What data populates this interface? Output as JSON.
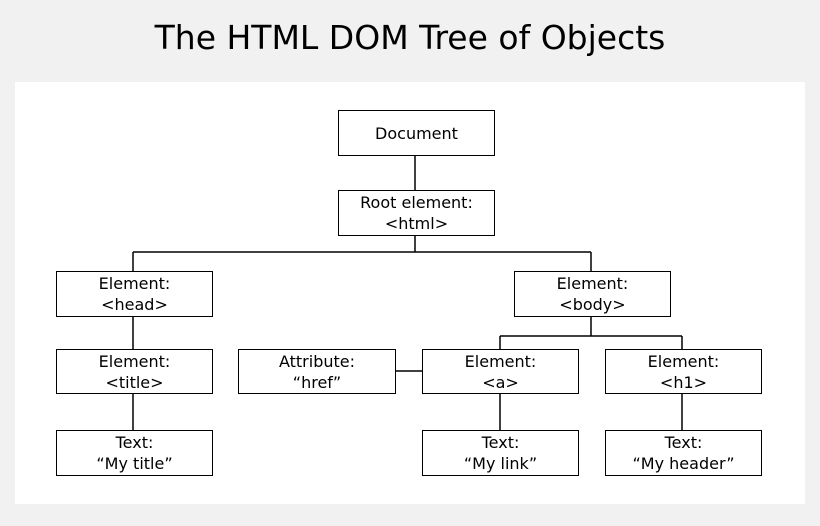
{
  "title": "The HTML DOM Tree of Objects",
  "nodes": {
    "document": {
      "line1": "Document"
    },
    "root": {
      "line1": "Root element:",
      "line2": "<html>"
    },
    "head": {
      "line1": "Element:",
      "line2": "<head>"
    },
    "body": {
      "line1": "Element:",
      "line2": "<body>"
    },
    "title": {
      "line1": "Element:",
      "line2": "<title>"
    },
    "href": {
      "line1": "Attribute:",
      "line2": "“href”"
    },
    "a": {
      "line1": "Element:",
      "line2": "<a>"
    },
    "h1": {
      "line1": "Element:",
      "line2": "<h1>"
    },
    "title_text": {
      "line1": "Text:",
      "line2": "“My title”"
    },
    "link_text": {
      "line1": "Text:",
      "line2": "“My link”"
    },
    "header_text": {
      "line1": "Text:",
      "line2": "“My header”"
    }
  }
}
